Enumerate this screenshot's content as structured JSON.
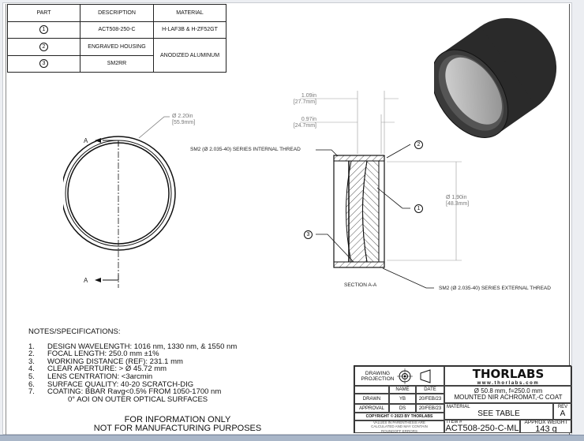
{
  "parts_table": {
    "headers": [
      "PART",
      "DESCRIPTION",
      "MATERIAL"
    ],
    "rows": [
      {
        "part": "1",
        "description": "ACT508-250-C",
        "material": "H-LAF3B & H-ZF52GT"
      },
      {
        "part": "2",
        "description": "ENGRAVED HOUSING",
        "material": "ANODIZED ALUMINUM"
      },
      {
        "part": "3",
        "description": "SM2RR"
      }
    ]
  },
  "front_view": {
    "diameter_in": "Ø 2.20in",
    "diameter_mm": "[55.9mm]",
    "section_label": "A"
  },
  "section_view": {
    "title": "SECTION A-A",
    "dim1_in": "1.09in",
    "dim1_mm": "[27.7mm]",
    "dim2_in": "0.97in",
    "dim2_mm": "[24.7mm]",
    "bore_in": "Ø 1.90in",
    "bore_mm": "[48.3mm]",
    "internal_thread": "SM2 (Ø 2.035-40) SERIES INTERNAL THREAD",
    "external_thread": "SM2 (Ø 2.035-40) SERIES EXTERNAL THREAD",
    "balloons": [
      "1",
      "2",
      "3"
    ]
  },
  "notes": {
    "title": "NOTES/SPECIFICATIONS:",
    "items": [
      {
        "n": "1.",
        "t": "DESIGN WAVELENGTH: 1016 nm, 1330 nm, & 1550 nm"
      },
      {
        "n": "2.",
        "t": "FOCAL LENGTH: 250.0 mm ±1%"
      },
      {
        "n": "3.",
        "t": "WORKING DISTANCE (REF): 231.1 mm"
      },
      {
        "n": "4.",
        "t": "CLEAR APERTURE: > Ø 45.72 mm"
      },
      {
        "n": "5.",
        "t": "LENS CENTRATION: <3arcmin"
      },
      {
        "n": "6.",
        "t": "SURFACE QUALITY: 40-20 SCRATCH-DIG"
      },
      {
        "n": "7.",
        "t": "COATING: BBAR Ravg<0.5% FROM 1050-1700 nm"
      }
    ],
    "coating_cont": "0° AOI ON OUTER OPTICAL SURFACES",
    "disclaimer1": "FOR INFORMATION ONLY",
    "disclaimer2": "NOT FOR MANUFACTURING PURPOSES"
  },
  "title_block": {
    "projection": "DRAWING PROJECTION",
    "name_hdr": "NAME",
    "date_hdr": "DATE",
    "drawn": "DRAWN",
    "drawn_name": "YB",
    "drawn_date": "20/FEB/23",
    "approval": "APPROVAL",
    "approval_name": "DS",
    "approval_date": "20/FEB/23",
    "copyright": "COPYRIGHT © 2023 BY THORLABS",
    "values_note": "VALUES IN PARENTHESIS ARE CALCULATED AND MAY CONTAIN ROUNDOFF ERRORS",
    "logo": "THORLABS",
    "website": "www.thorlabs.com",
    "desc1": "Ø 50.8 mm, f=250.0 mm",
    "desc2": "MOUNTED NIR ACHROMAT,-C COAT",
    "material_lbl": "MATERIAL",
    "material": "SEE TABLE",
    "rev_lbl": "REV",
    "rev": "A",
    "item_lbl": "ITEM #",
    "item": "ACT508-250-C-ML",
    "weight_lbl": "APPROX WEIGHT",
    "weight": "143 g"
  }
}
